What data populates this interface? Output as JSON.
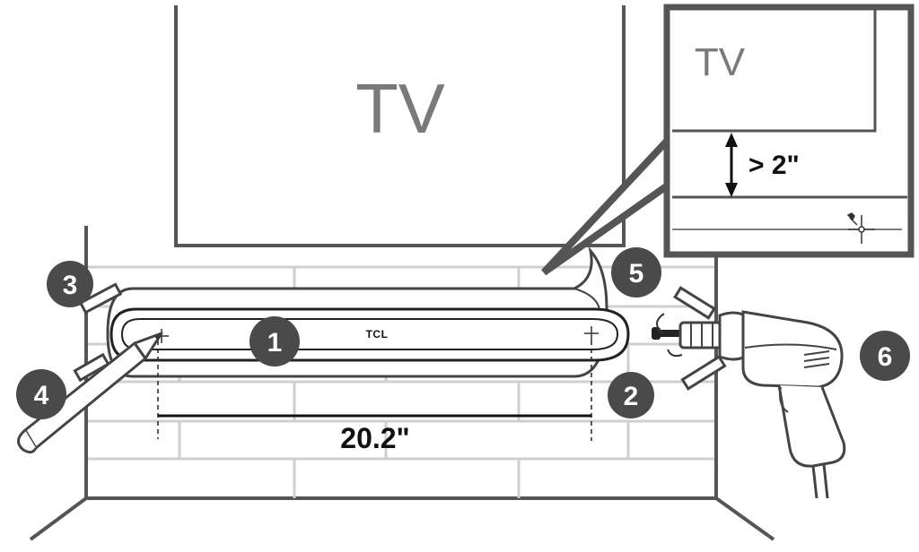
{
  "tv_label": "TV",
  "inset": {
    "tv_label": "TV",
    "gap_label": "> 2\""
  },
  "soundbar": {
    "brand": "TCL"
  },
  "measurement": {
    "label": "20.2\""
  },
  "steps": [
    "1",
    "2",
    "3",
    "4",
    "5",
    "6"
  ],
  "colors": {
    "line": "#555555",
    "dark": "#111111",
    "badge": "#4a4a4a",
    "tv_text": "#7a7a7a",
    "brick": "#cfcfcf"
  },
  "icons": [
    "pencil-icon",
    "drill-icon",
    "tape-icon",
    "mark-crosshair-icon",
    "double-arrow-icon"
  ]
}
